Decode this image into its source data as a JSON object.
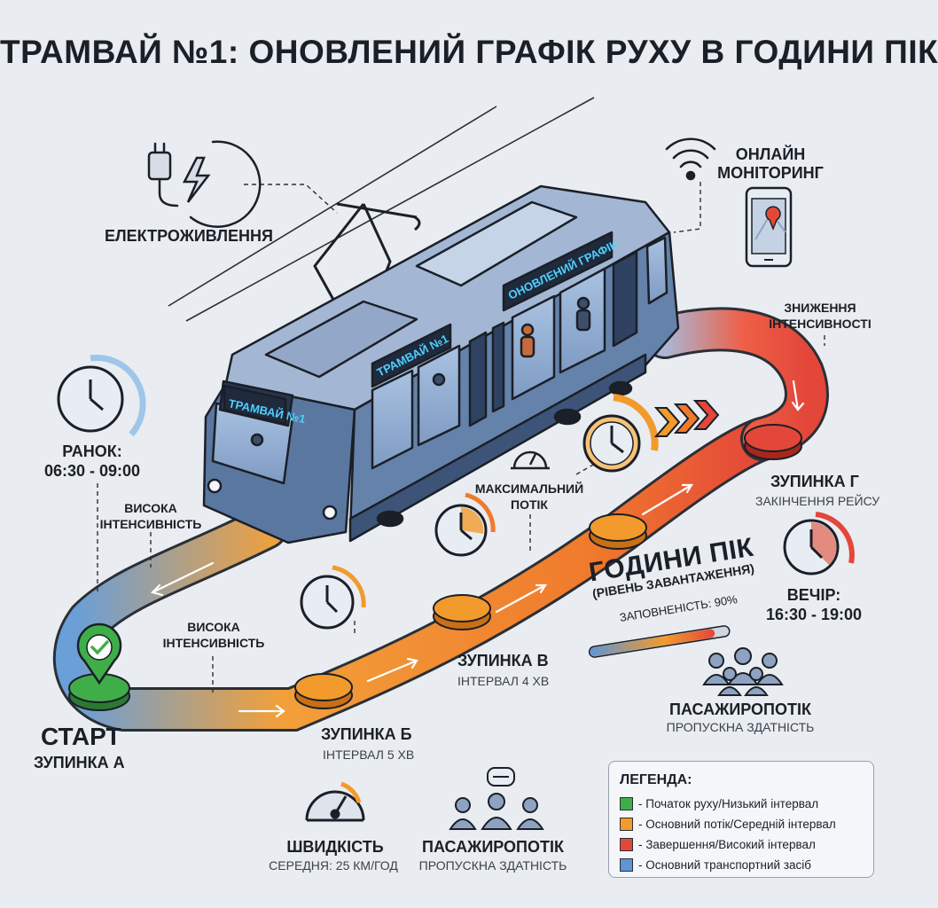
{
  "title": "ТРАМВАЙ №1: ОНОВЛЕНИЙ ГРАФІК РУХУ В ГОДИНИ ПІК",
  "tram": {
    "front_sign": "ТРАМВАЙ №1",
    "side_sign": "ТРАМВАЙ №1",
    "roof_sign": "ОНОВЛЕНИЙ ГРАФІК"
  },
  "power": {
    "label": "ЕЛЕКТРОЖИВЛЕННЯ",
    "icons": [
      "plug-icon",
      "lightning-icon"
    ]
  },
  "monitoring": {
    "line1": "ОНЛАЙН",
    "line2": "МОНІТОРИНГ",
    "icons": [
      "wifi-icon",
      "phone-map-icon"
    ]
  },
  "morning": {
    "label": "РАНОК:",
    "time": "06:30 - 09:00"
  },
  "evening": {
    "label": "ВЕЧІР:",
    "time": "16:30 - 19:00"
  },
  "intensity_high_1": [
    "ВИСОКА",
    "ІНТЕНСИВНІСТЬ"
  ],
  "intensity_high_2": [
    "ВИСОКА",
    "ІНТЕНСИВНІСТЬ"
  ],
  "intensity_low": [
    "ЗНИЖЕННЯ",
    "ІНТЕНСИВНОСТІ"
  ],
  "max_flow": [
    "МАКСИМАЛЬНИЙ",
    "ПОТІК"
  ],
  "start": {
    "title": "СТАРТ",
    "stop": "ЗУПИНКА А"
  },
  "stops": {
    "b": {
      "name": "ЗУПИНКА Б",
      "detail": "ІНТЕРВАЛ 5 ХВ"
    },
    "v": {
      "name": "ЗУПИНКА В",
      "detail": "ІНТЕРВАЛ 4 ХВ"
    },
    "g": {
      "name": "ЗУПИНКА Г",
      "detail": "ЗАКІНЧЕННЯ РЕЙСУ"
    }
  },
  "peak": {
    "title": "ГОДИНИ ПІК",
    "subtitle": "(РІВЕНЬ ЗАВАНТАЖЕННЯ)",
    "fill_label": "ЗАПОВНЕНІСТЬ: 90%",
    "fill_fraction": 0.9
  },
  "speed": {
    "title": "ШВИДКІСТЬ",
    "detail": "СЕРЕДНЯ: 25 КМ/ГОД"
  },
  "pax_bottom": {
    "title": "ПАСАЖИРОПОТІК",
    "detail": "ПРОПУСКНА ЗДАТНІСТЬ"
  },
  "pax_right": {
    "title": "ПАСАЖИРОПОТІК",
    "detail": "ПРОПУСКНА ЗДАТНІСТЬ"
  },
  "legend": {
    "title": "ЛЕГЕНДА:",
    "items": [
      {
        "color": "#3fae48",
        "text": "- Початок руху/Низький інтервал"
      },
      {
        "color": "#f39a2c",
        "text": "- Основний потік/Середній інтервал"
      },
      {
        "color": "#e3473a",
        "text": "- Завершення/Високий інтервал"
      },
      {
        "color": "#5f95d3",
        "text": "- Основний транспортний засіб"
      }
    ]
  },
  "colors": {
    "green": "#3fae48",
    "orange": "#f39a2c",
    "red": "#e3473a",
    "blue": "#5f95d3",
    "tram_body": "#5d7aa3",
    "sign_text": "#4fd0ff"
  }
}
